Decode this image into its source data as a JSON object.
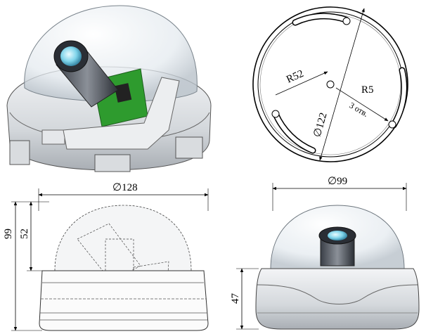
{
  "labels": {
    "top_radius_large": "R52",
    "top_radius_small": "R5",
    "top_holes": "3 отв.",
    "top_diameter": "∅122",
    "front_width": "∅128",
    "front_height_total": "99",
    "front_height_dome": "52",
    "side_width": "∅99",
    "side_height_base": "47"
  },
  "colors": {
    "board_green": "#2e9b2e",
    "dome_tint": "#dfe6ec",
    "housing_gray": "#cfd3d8",
    "lens_dark": "#2a2e35",
    "lens_cyan": "#7fd4ea"
  }
}
